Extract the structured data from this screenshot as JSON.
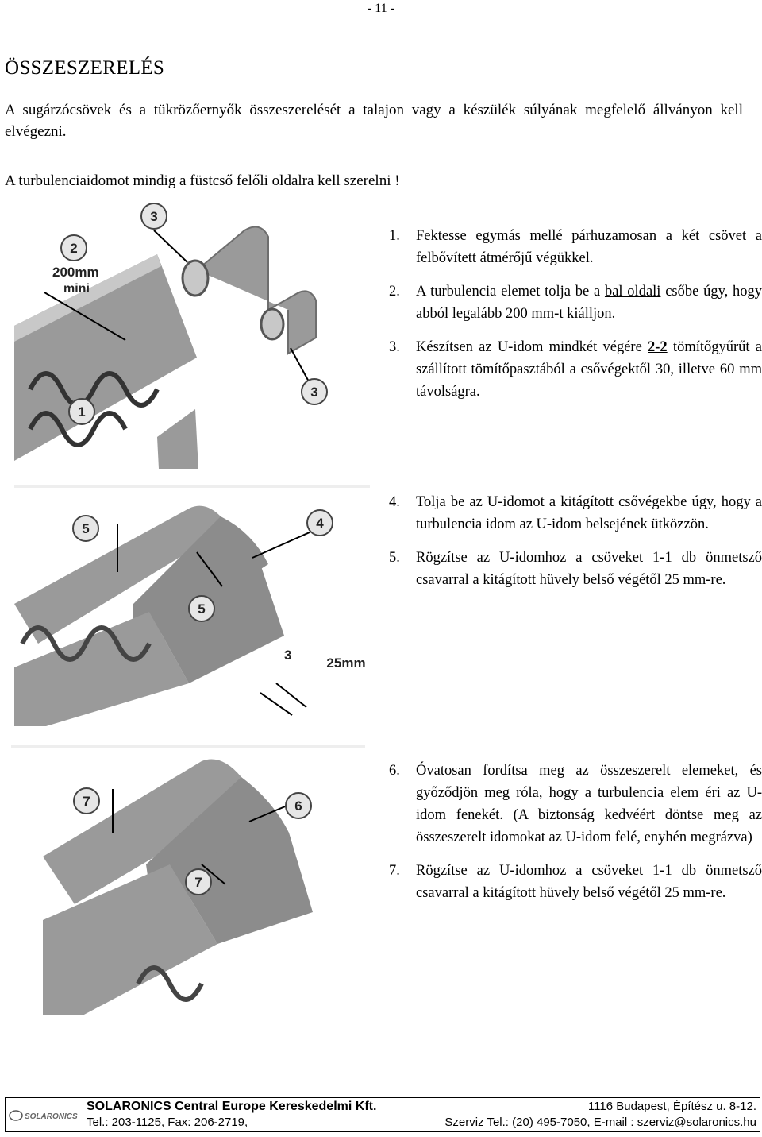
{
  "page_number": "- 11 -",
  "title": "ÖSSZESZERELÉS",
  "intro": "A sugárzócsövek és a tükrözőernyők összeszerelését a talajon vagy a készülék súlyának megfelelő állványon kell elvégezni.",
  "warning": "A turbulenciaidomot mindig a füstcső felőli oldalra kell szerelni !",
  "steps_group1": [
    {
      "num": "1.",
      "text": "Fektesse egymás mellé párhuzamosan a két csövet a felbővített átmérőjű végükkel."
    },
    {
      "num": "2.",
      "pre": "A turbulencia elemet tolja be a ",
      "underlined": "bal oldali",
      "post": " csőbe úgy, hogy abból legalább 200 mm-t kiálljon."
    },
    {
      "num": "3.",
      "pre": "Készítsen az U-idom mindkét végére ",
      "underlined": "2-2",
      "post": " tömítőgyűrűt a szállított tömítőpasztából a csővégektől 30, illetve 60 mm távolságra."
    }
  ],
  "steps_group2": [
    {
      "num": "4.",
      "text": "Tolja be az U-idomot a kitágított csővégekbe úgy, hogy a turbulencia idom az U-idom belsejének ütközzön."
    },
    {
      "num": "5.",
      "text": "Rögzítse az U-idomhoz a csöveket 1-1 db önmetsző csavarral a kitágított hüvely belső végétől 25 mm-re."
    }
  ],
  "steps_group3": [
    {
      "num": "6.",
      "text": "Óvatosan fordítsa meg az összeszerelt elemeket, és győződjön meg róla, hogy a turbulencia elem éri az U-idom fenekét. (A biztonság kedvéért döntse meg az összeszerelt idomokat az U-idom felé, enyhén megrázva)"
    },
    {
      "num": "7.",
      "text": "Rögzítse az U-idomhoz a csöveket 1-1 db önmetsző csavarral a kitágított hüvely belső végétől 25 mm-re."
    }
  ],
  "figure1": {
    "callouts": [
      "2",
      "3",
      "3",
      "1"
    ],
    "dimension": "200mm",
    "dimension_note": "mini"
  },
  "figure2": {
    "callouts": [
      "5",
      "4",
      "5",
      "3"
    ],
    "dimension": "25mm"
  },
  "figure3": {
    "callouts": [
      "7",
      "6",
      "7"
    ]
  },
  "footer": {
    "logo_text": "SOLARONICS",
    "company": "SOLARONICS Central Europe Kereskedelmi Kft.",
    "address": "1116 Budapest, Építész u. 8-12.",
    "tel": "Tel.: 203-1125, Fax: 206-2719,",
    "service": "Szerviz Tel.: (20) 495-7050, E-mail : szerviz@solaronics.hu"
  },
  "colors": {
    "pipe": "#9a9a9a",
    "pipe_dark": "#6e6e6e",
    "pipe_light": "#c8c8c8",
    "callout_bg": "#e6e6e6"
  }
}
